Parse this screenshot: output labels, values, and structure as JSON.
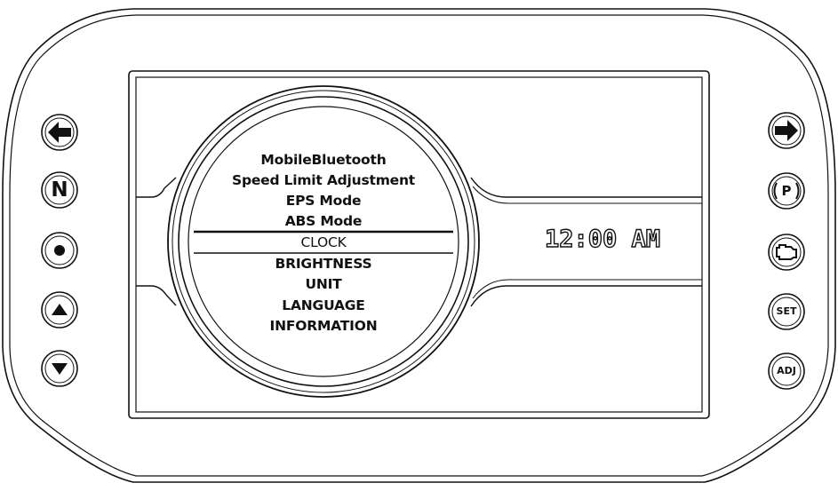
{
  "menu": {
    "items": [
      {
        "label": "MobileBluetooth"
      },
      {
        "label": "Speed Limit Adjustment"
      },
      {
        "label": "EPS Mode"
      },
      {
        "label": "ABS Mode"
      },
      {
        "label": "CLOCK",
        "selected": true
      },
      {
        "label": "BRIGHTNESS"
      },
      {
        "label": "UNIT"
      },
      {
        "label": "LANGUAGE"
      },
      {
        "label": "INFORMATION"
      }
    ]
  },
  "status": {
    "time": "12:00 AM"
  },
  "indicators_left": [
    {
      "icon": "turn-left-arrow-icon"
    },
    {
      "icon": "neutral-icon",
      "text": "N"
    },
    {
      "icon": "dot-icon"
    },
    {
      "icon": "up-triangle-icon"
    },
    {
      "icon": "down-triangle-icon"
    }
  ],
  "indicators_right": [
    {
      "icon": "turn-right-arrow-icon"
    },
    {
      "icon": "parking-brake-icon",
      "text": "P"
    },
    {
      "icon": "engine-warning-icon"
    },
    {
      "icon": "set-button-icon",
      "text": "SET"
    },
    {
      "icon": "adj-button-icon",
      "text": "ADJ"
    }
  ]
}
